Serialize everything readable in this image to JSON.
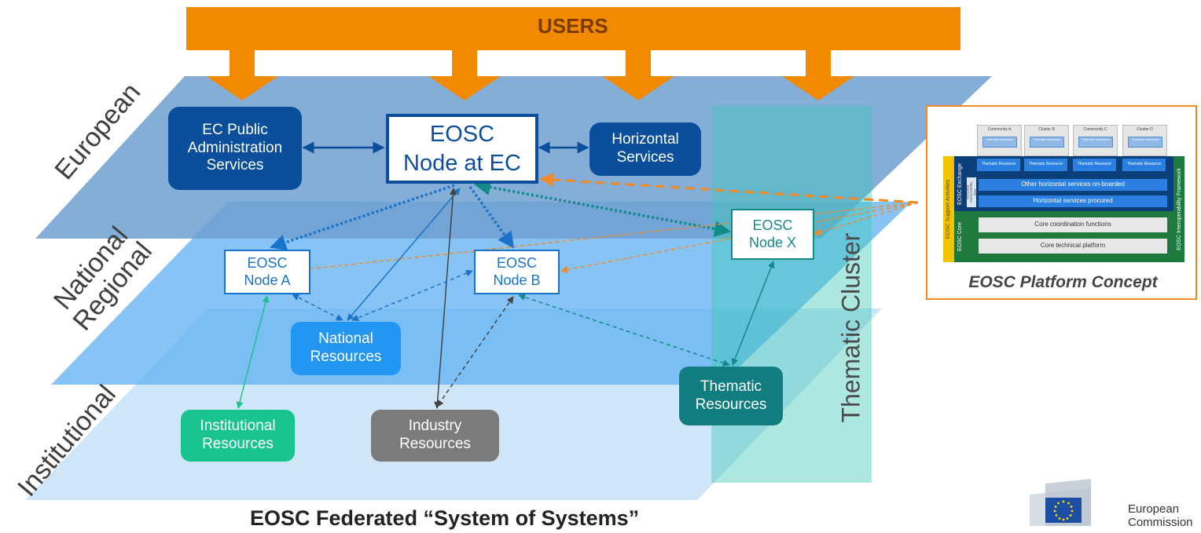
{
  "diagram": {
    "users_label": "USERS",
    "layers": {
      "european": "European",
      "national_regional": "National\nRegional",
      "institutional": "Institutional"
    },
    "nodes": {
      "ec_public": "EC Public\nAdministration\nServices",
      "eosc_ec": "EOSC\nNode at EC",
      "horizontal": "Horizontal\nServices",
      "node_a": "EOSC\nNode A",
      "node_b": "EOSC\nNode B",
      "node_x": "EOSC\nNode X",
      "national_resources": "National\nResources",
      "institutional_resources": "Institutional\nResources",
      "industry_resources": "Industry\nResources",
      "thematic_resources": "Thematic\nResources"
    },
    "thematic_cluster": "Thematic Cluster",
    "title": "EOSC Federated “System of Systems”"
  },
  "platform_concept": {
    "caption": "EOSC Platform Concept",
    "communities": [
      "Community A",
      "Cluster B",
      "Community C",
      "Cluster D"
    ],
    "thematic_label": "Thematic\nResource",
    "thematic_inner": "Thematic resources",
    "support": "EOSC Support Activities",
    "exchange": "EOSC Exchange",
    "core": "EOSC Core",
    "interop": "EOSC Interoperability Framework",
    "horizontal_layer": "Horizontal\ninteroperability\nlayer",
    "other_horizontal": "Other horizontal services on-boarded",
    "horizontal_procured": "Horizontal services procured",
    "core_coordination": "Core coordination functions",
    "core_technical": "Core technical platform"
  },
  "logo": {
    "text": "European\nCommission"
  },
  "colors": {
    "users_orange": "#f28a00",
    "european_plane": "#7aaad6",
    "national_plane": "#5fb0f2",
    "institutional_plane": "#cfe6f8",
    "cluster": "#3cc9b5",
    "dark_blue": "#0b4f9c",
    "accent_orange": "#f08a24"
  }
}
